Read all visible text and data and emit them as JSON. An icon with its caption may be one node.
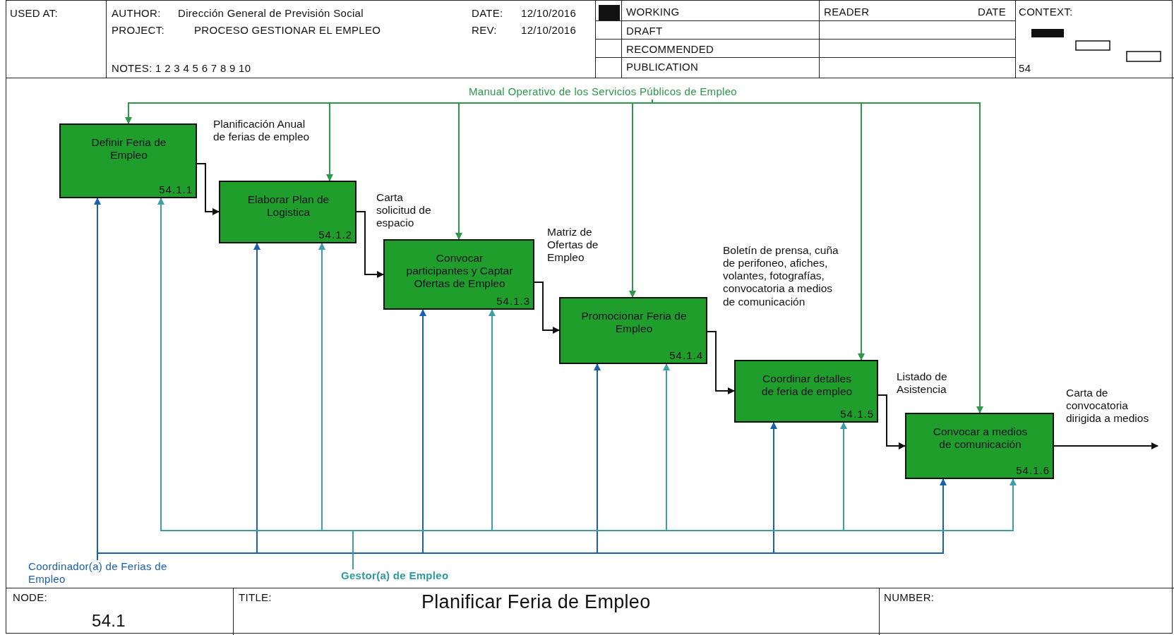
{
  "diagram": {
    "title": "Planificar Feria de Empleo",
    "nodes": [
      {
        "text": [
          "Definir Feria de Empleo",
          "54.1.1"
        ]
      },
      {
        "text": [
          "Elaborar Plan de Logistica",
          "54.1.2"
        ]
      },
      {
        "text": [
          "Convocar participantes y Captar Ofertas de Empleo",
          "54.1.3"
        ]
      },
      {
        "text": [
          "Promocionar Feria de Empleo",
          "54.1.4"
        ]
      },
      {
        "text": [
          "Coordinar detalles de feria de empleo",
          "54.1.5"
        ]
      },
      {
        "text": [
          "Convocar a medios de comunicación",
          "54.1.6"
        ]
      },
      {
        "text": [
          "Manual Operativo de los Servicios Públicos de Empleo"
        ]
      },
      {
        "text": [
          "Coordinador(a) de Ferias de Empleo"
        ]
      },
      {
        "text": [
          "Gestor(a) de Empleo"
        ]
      }
    ],
    "edges": [
      {
        "from": 6,
        "to": 0,
        "arrow": "to",
        "color": "#2a9a48"
      },
      {
        "from": 6,
        "to": 1,
        "arrow": "to",
        "color": "#2a9a48"
      },
      {
        "from": 6,
        "to": 2,
        "arrow": "to",
        "color": "#2a9a48"
      },
      {
        "from": 6,
        "to": 3,
        "arrow": "to",
        "color": "#2a9a48"
      },
      {
        "from": 6,
        "to": 4,
        "arrow": "to",
        "color": "#2a9a48"
      },
      {
        "from": 6,
        "to": 5,
        "arrow": "to",
        "color": "#2a9a48"
      },
      {
        "from": 0,
        "to": 1,
        "arrow": "to",
        "color": "#111111",
        "label": "Planificación Anual de ferias de empleo"
      },
      {
        "from": 1,
        "to": 2,
        "arrow": "to",
        "color": "#111111",
        "label": "Carta solicitud de espacio"
      },
      {
        "from": 2,
        "to": 3,
        "arrow": "to",
        "color": "#111111",
        "label": "Matriz de Ofertas de Empleo"
      },
      {
        "from": 3,
        "to": 4,
        "arrow": "to",
        "color": "#111111",
        "label": "Boletín de prensa, cuña de perifoneo, afiches, volantes, fotografías, convocatoria a medios de comunicación"
      },
      {
        "from": 4,
        "to": 5,
        "arrow": "to",
        "color": "#111111",
        "label": "Listado de Asistencia"
      },
      {
        "from": 5,
        "to": null,
        "arrow": "to",
        "color": "#111111",
        "label": "Carta de convocatoria dirigida a medios"
      },
      {
        "from": 7,
        "to": 0,
        "arrow": "to",
        "color": "#1a5fb0"
      },
      {
        "from": 7,
        "to": 1,
        "arrow": "to",
        "color": "#1a5fb0"
      },
      {
        "from": 7,
        "to": 2,
        "arrow": "to",
        "color": "#1a5fb0"
      },
      {
        "from": 7,
        "to": 3,
        "arrow": "to",
        "color": "#1a5fb0"
      },
      {
        "from": 7,
        "to": 4,
        "arrow": "to",
        "color": "#1a5fb0"
      },
      {
        "from": 7,
        "to": 5,
        "arrow": "to",
        "color": "#1a5fb0"
      },
      {
        "from": 8,
        "to": 0,
        "arrow": "to",
        "color": "#3a9fa6"
      },
      {
        "from": 8,
        "to": 1,
        "arrow": "to",
        "color": "#3a9fa6"
      },
      {
        "from": 8,
        "to": 2,
        "arrow": "to",
        "color": "#3a9fa6"
      },
      {
        "from": 8,
        "to": 3,
        "arrow": "to",
        "color": "#3a9fa6"
      },
      {
        "from": 8,
        "to": 4,
        "arrow": "to",
        "color": "#3a9fa6"
      },
      {
        "from": 8,
        "to": 5,
        "arrow": "to",
        "color": "#3a9fa6"
      }
    ],
    "labels": [
      "USED AT:",
      "AUTHOR:",
      "Dirección General de Previsión Social",
      "DATE:",
      "12/10/2016",
      "WORKING",
      "READER",
      "DATE",
      "CONTEXT:",
      "PROJECT:",
      "PROCESO GESTIONAR EL EMPLEO",
      "REV:",
      "12/10/2016",
      "DRAFT",
      "RECOMMENDED",
      "NOTES: 1 2 3 4 5 6 7 8 9 10",
      "PUBLICATION",
      "54",
      "NODE:",
      "54.1",
      "TITLE:",
      "NUMBER:"
    ]
  }
}
